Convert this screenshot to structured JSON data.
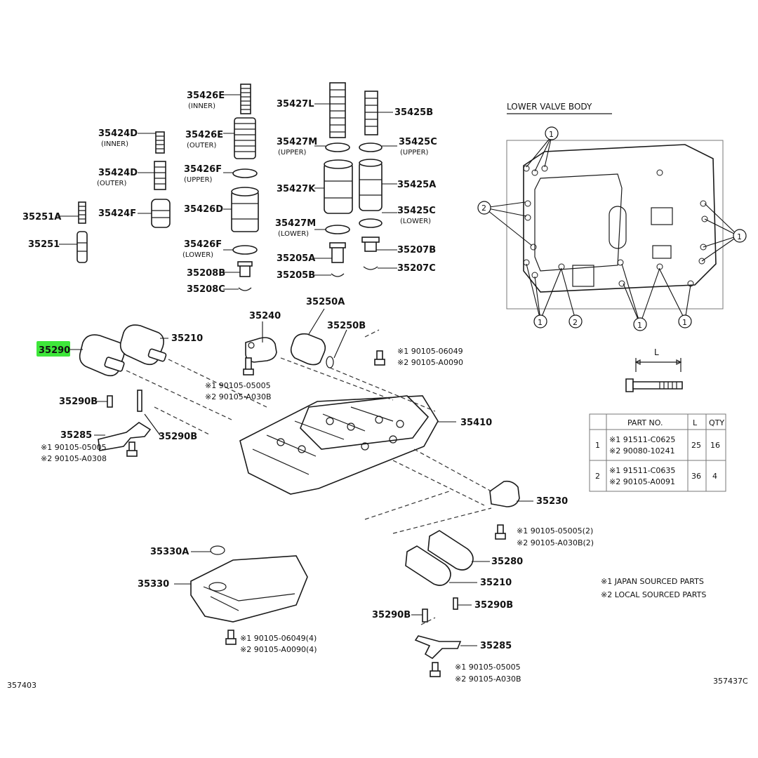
{
  "diagram": {
    "callouts": [
      {
        "id": "c1",
        "text": "35426E",
        "sub": "(INNER)"
      },
      {
        "id": "c2",
        "text": "35426E",
        "sub": "(OUTER)"
      },
      {
        "id": "c3",
        "text": "35426F",
        "sub": "(UPPER)"
      },
      {
        "id": "c4",
        "text": "35426D",
        "sub": ""
      },
      {
        "id": "c5",
        "text": "35426F",
        "sub": "(LOWER)"
      },
      {
        "id": "c6",
        "text": "35208B",
        "sub": ""
      },
      {
        "id": "c7",
        "text": "35208C",
        "sub": ""
      },
      {
        "id": "c8",
        "text": "35424D",
        "sub": "(INNER)"
      },
      {
        "id": "c9",
        "text": "35424D",
        "sub": "(OUTER)"
      },
      {
        "id": "c10",
        "text": "35424F",
        "sub": ""
      },
      {
        "id": "c11",
        "text": "35251A",
        "sub": ""
      },
      {
        "id": "c12",
        "text": "35251",
        "sub": ""
      },
      {
        "id": "c13",
        "text": "35427L",
        "sub": ""
      },
      {
        "id": "c14",
        "text": "35427M",
        "sub": "(UPPER)"
      },
      {
        "id": "c15",
        "text": "35427K",
        "sub": ""
      },
      {
        "id": "c16",
        "text": "35427M",
        "sub": "(LOWER)"
      },
      {
        "id": "c17",
        "text": "35205A",
        "sub": ""
      },
      {
        "id": "c18",
        "text": "35205B",
        "sub": ""
      },
      {
        "id": "c19",
        "text": "35425B",
        "sub": ""
      },
      {
        "id": "c20",
        "text": "35425C",
        "sub": "(UPPER)"
      },
      {
        "id": "c21",
        "text": "35425A",
        "sub": ""
      },
      {
        "id": "c22",
        "text": "35425C",
        "sub": "(LOWER)"
      },
      {
        "id": "c23",
        "text": "35207B",
        "sub": ""
      },
      {
        "id": "c24",
        "text": "35207C",
        "sub": ""
      },
      {
        "id": "c25",
        "text": "35240",
        "sub": ""
      },
      {
        "id": "c26",
        "text": "35250A",
        "sub": ""
      },
      {
        "id": "c27",
        "text": "35250B",
        "sub": ""
      },
      {
        "id": "c28",
        "text": "35210",
        "sub": ""
      },
      {
        "id": "c29",
        "text": "35290B",
        "sub": ""
      },
      {
        "id": "c30",
        "text": "35285",
        "sub": ""
      },
      {
        "id": "c31",
        "text": "35290B",
        "sub": ""
      },
      {
        "id": "c32",
        "text": "35410",
        "sub": ""
      },
      {
        "id": "c33",
        "text": "35230",
        "sub": ""
      },
      {
        "id": "c34",
        "text": "35280",
        "sub": ""
      },
      {
        "id": "c35",
        "text": "35210",
        "sub": ""
      },
      {
        "id": "c36",
        "text": "35290B",
        "sub": ""
      },
      {
        "id": "c37",
        "text": "35290B",
        "sub": ""
      },
      {
        "id": "c38",
        "text": "35285",
        "sub": ""
      },
      {
        "id": "c39",
        "text": "35330A",
        "sub": ""
      },
      {
        "id": "c40",
        "text": "35330",
        "sub": ""
      }
    ],
    "highlight": {
      "text": "35290",
      "color": "#3ee63a"
    },
    "bolt_notes": [
      {
        "id": "b1",
        "l1": "※1 90105-06049",
        "l2": "※2 90105-A0090"
      },
      {
        "id": "b2",
        "l1": "※1 90105-05005",
        "l2": "※2 90105-A030B"
      },
      {
        "id": "b3",
        "l1": "※1  90105-05005",
        "l2": "※2  90105-A0308"
      },
      {
        "id": "b4",
        "l1": "※1 90105-05005(2)",
        "l2": "※2 90105-A030B(2)"
      },
      {
        "id": "b5",
        "l1": "※1 90105-06049(4)",
        "l2": "※2 90105-A0090(4)"
      },
      {
        "id": "b6",
        "l1": "※1  90105-05005",
        "l2": "※2  90105-A030B"
      }
    ],
    "inset": {
      "title": "LOWER VALVE BODY",
      "markers": [
        "1",
        "2",
        "1",
        "1",
        "2",
        "1",
        "1"
      ]
    },
    "bolt_length_label": "L",
    "table": {
      "headers": [
        "",
        "PART NO.",
        "L",
        "QTY"
      ],
      "rows": [
        {
          "no": "1",
          "part1": "※1 91511-C0625",
          "part2": "※2 90080-10241",
          "l": "25",
          "qty": "16"
        },
        {
          "no": "2",
          "part1": "※1 91511-C0635",
          "part2": "※2 90105-A0091",
          "l": "36",
          "qty": "4"
        }
      ]
    },
    "legend": [
      "※1  JAPAN SOURCED PARTS",
      "※2  LOCAL SOURCED PARTS"
    ],
    "footer_left": "357403",
    "footer_right": "357437C"
  }
}
